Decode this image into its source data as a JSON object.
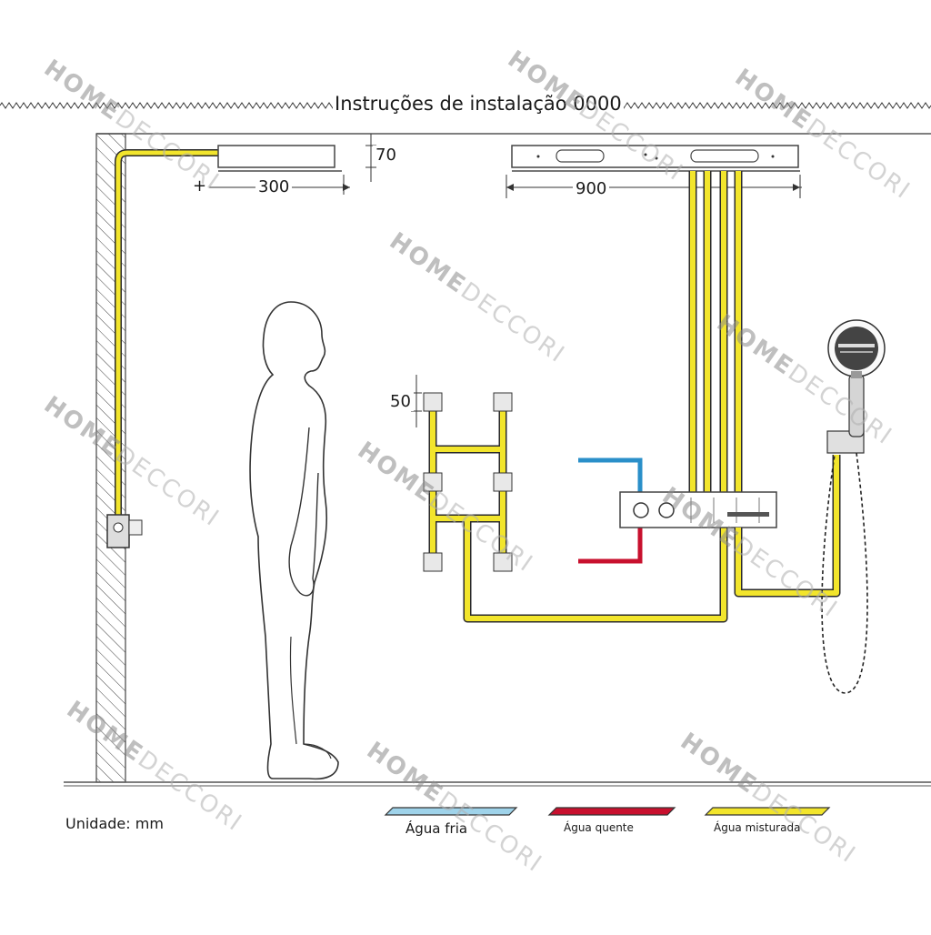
{
  "title": "Instruções de instalação 0000",
  "dimensions": {
    "ceiling_offset": "70",
    "wall_distance": "300",
    "plus_sign": "+",
    "panel_width": "900",
    "jet_spacing": "50"
  },
  "unit_label": "Unidade: mm",
  "legend": [
    {
      "label": "Água fria",
      "color": "#9fd3ea"
    },
    {
      "label": "Água quente",
      "color": "#c8102e"
    },
    {
      "label": "Água misturada",
      "color": "#f2e52c"
    }
  ],
  "pipe_colors": {
    "cold": "#2a8fc9",
    "hot": "#c8102e",
    "mixed": "#f2e52c"
  },
  "watermark": {
    "bold": "HOME",
    "light": "DECCORI"
  }
}
